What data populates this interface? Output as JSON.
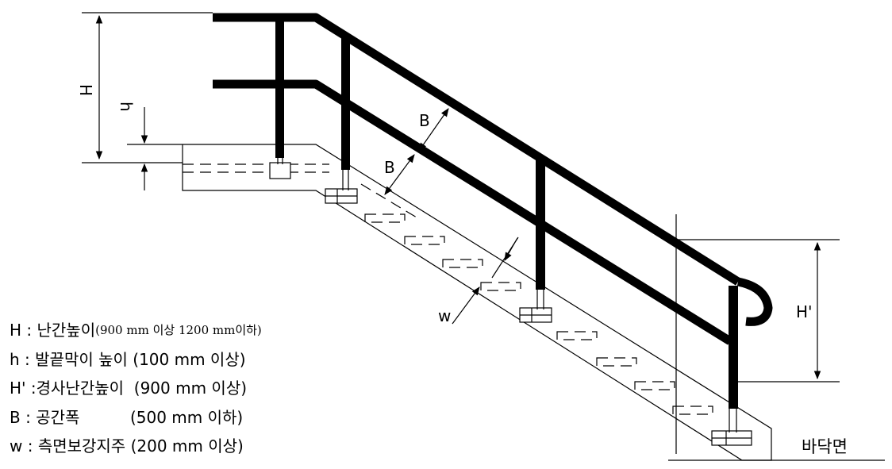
{
  "labels": {
    "H": "H",
    "h": "h",
    "B_upper": "B",
    "B_lower": "B",
    "w": "w",
    "H_prime": "H'",
    "floor": "바닥면"
  },
  "legend": [
    {
      "symbol": "H",
      "sep": " : ",
      "name": "난간높이",
      "note": "(900 mm 이상 1200 mm이하)",
      "note_small": true
    },
    {
      "symbol": "h",
      "sep": " : ",
      "name": "발끝막이 높이",
      "note": " (100 mm 이상)",
      "note_small": false
    },
    {
      "symbol": "H'",
      "sep": " :",
      "name": "경사난간높이",
      "note": "  (900 mm 이상)",
      "note_small": false
    },
    {
      "symbol": "B",
      "sep": " : ",
      "name": "공간폭",
      "note": "          (500 mm 이하)",
      "note_small": false
    },
    {
      "symbol": "w",
      "sep": " : ",
      "name": "측면보강지주",
      "note": " (200 mm 이상)",
      "note_small": false
    }
  ]
}
